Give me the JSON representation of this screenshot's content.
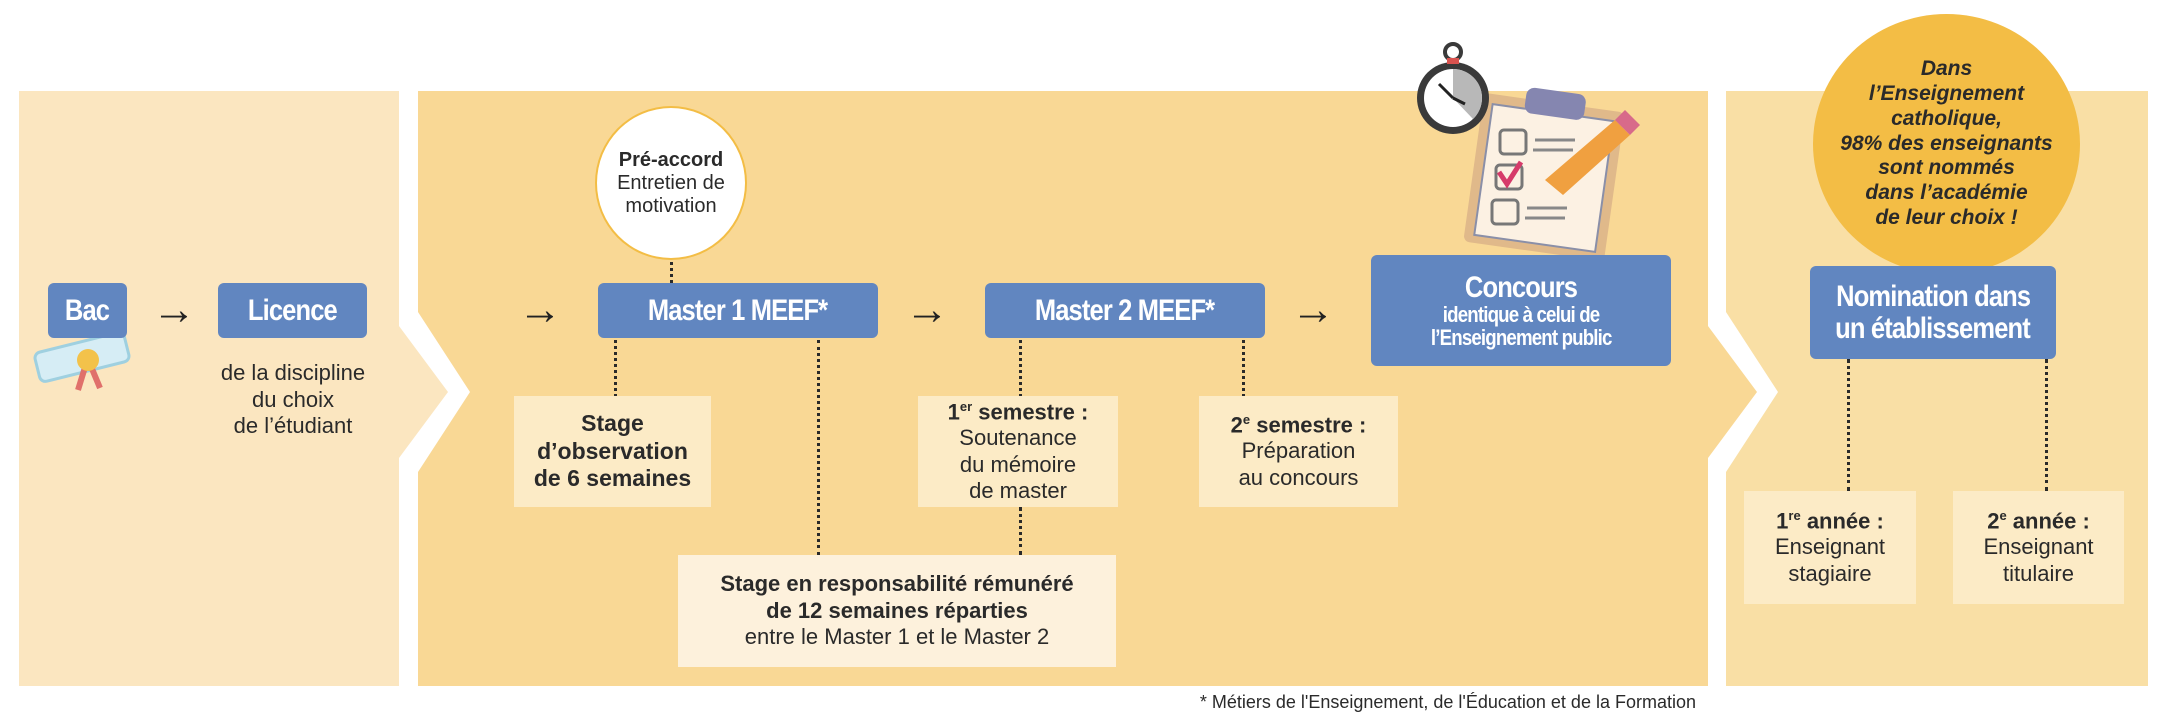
{
  "steps": {
    "bac": "Bac",
    "licence": "Licence",
    "licence_note": [
      "de la discipline",
      "du choix",
      "de l’étudiant"
    ],
    "pre_accord": {
      "title": "Pré-accord",
      "text": [
        "Entretien de",
        "motivation"
      ]
    },
    "master1": "Master 1 MEEF*",
    "master2": "Master 2 MEEF*",
    "concours": {
      "title": "Concours",
      "text": [
        "identique à celui de",
        "l’Enseignement public"
      ]
    },
    "nomination": [
      "Nomination dans",
      "un établissement"
    ]
  },
  "details": {
    "stage_obs": [
      "Stage",
      "d’observation",
      "de 6 semaines"
    ],
    "sem1": {
      "num": "1",
      "sup": "er",
      "label": " semestre :",
      "text": [
        "Soutenance",
        "du mémoire",
        "de master"
      ]
    },
    "sem2": {
      "num": "2",
      "sup": "e",
      "label": " semestre :",
      "text": [
        "Préparation",
        "au concours"
      ]
    },
    "stage_resp": {
      "bold": [
        "Stage en responsabilité rémunéré",
        "de 12 semaines réparties"
      ],
      "text": "entre le Master 1 et le Master 2"
    },
    "year1": {
      "num": "1",
      "sup": "re",
      "label": " année :",
      "text": [
        "Enseignant",
        "stagiaire"
      ]
    },
    "year2": {
      "num": "2",
      "sup": "e",
      "label": " année :",
      "text": [
        "Enseignant",
        "titulaire"
      ]
    }
  },
  "callout": [
    "Dans",
    "l’Enseignement",
    "catholique,",
    "98% des enseignants",
    "sont nommés",
    "dans l’académie",
    "de leur choix !"
  ],
  "footnote": "* Métiers de l'Enseignement, de l'Éducation et de la Formation",
  "colors": {
    "panel1": "#fbe6c0",
    "panel2": "#f9d895",
    "panel3": "#f9dfa5",
    "blue": "#6186c0",
    "note": "#fcebc6",
    "callout": "#f3bd45"
  }
}
